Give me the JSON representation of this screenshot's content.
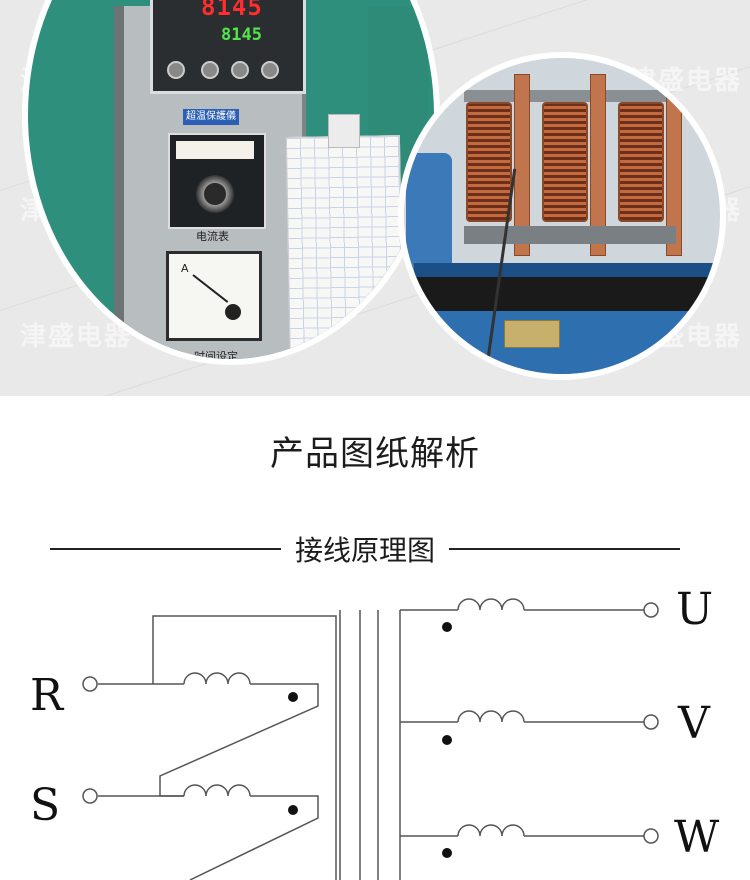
{
  "photos": {
    "watermark_text": "津盛电器",
    "left_photo": {
      "display_top": "8145",
      "display_bottom": "8145",
      "panel_label": "超温保護儀",
      "meter_label_1": "电流表",
      "meter_label_2": "时间设定",
      "ammeter_letter": "A"
    }
  },
  "section_title": "产品图纸解析",
  "diagram_title": "接线原理图",
  "diagram": {
    "input_terminals": [
      "R",
      "S"
    ],
    "output_terminals": [
      "U",
      "V",
      "W"
    ],
    "colors": {
      "line": "#555555",
      "dot": "#111111"
    }
  }
}
